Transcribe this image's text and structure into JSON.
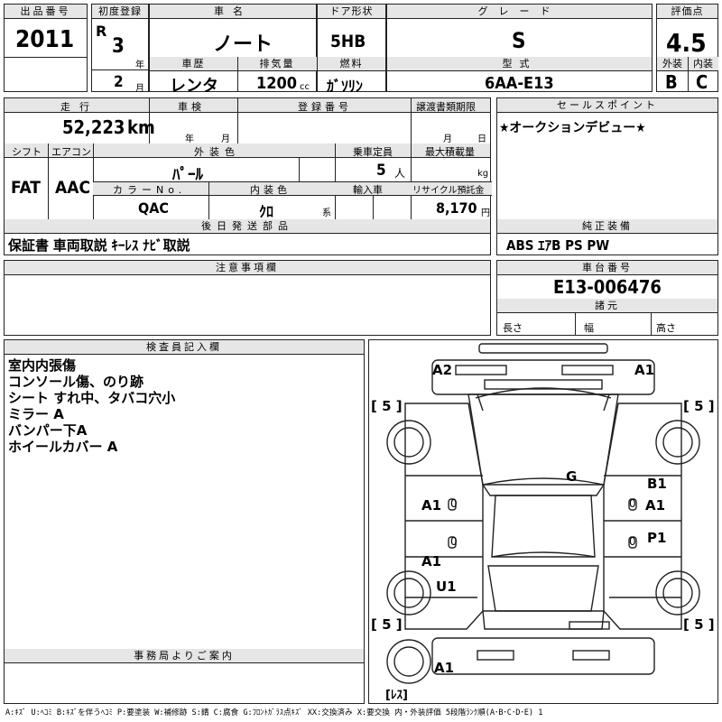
{
  "header": {
    "lot_label": "出品番号",
    "lot_value": "2011",
    "first_reg_label": "初度登録",
    "era": "R",
    "year_value": "3",
    "year_unit": "年",
    "month_value": "2",
    "month_unit": "月",
    "car_name_label": "車名",
    "car_name": "ノート",
    "history_label": "車歴",
    "history_value": "レンタ",
    "displacement_label": "排気量",
    "displacement_value": "1200",
    "displacement_unit": "cc",
    "door_label": "ドア形状",
    "door_value": "5HB",
    "fuel_label": "燃料",
    "fuel_value": "ｶﾞｿﾘﾝ",
    "grade_label": "グレード",
    "grade_value": "S",
    "model_label": "型式",
    "model_value": "6AA-E13",
    "score_label": "評価点",
    "score_value": "4.5",
    "exterior_label": "外装",
    "exterior_value": "B",
    "interior_label": "内装",
    "interior_value": "C"
  },
  "row2": {
    "mileage_label": "走行",
    "mileage_value": "52,223",
    "mileage_unit": "km",
    "inspection_label": "車検",
    "inspection_year_unit": "年",
    "inspection_month_unit": "月",
    "reg_no_label": "登録番号",
    "transfer_label": "譲渡書類期限",
    "transfer_month_unit": "月",
    "transfer_day_unit": "日",
    "sales_point_label": "セールスポイント",
    "sales_point_value": "★オークションデビュー★"
  },
  "row3": {
    "shift_label": "シフト",
    "shift_value": "FAT",
    "ac_label": "エアコン",
    "ac_value": "AAC",
    "ext_color_label": "外装色",
    "ext_color_value": "ﾊﾟｰﾙ",
    "capacity_label": "乗車定員",
    "capacity_value": "5",
    "capacity_unit": "人",
    "max_load_label": "最大積載量",
    "max_load_unit": "kg",
    "color_no_label": "カラーNo.",
    "color_no_value": "QAC",
    "int_color_label": "内装色",
    "int_color_value": "ｸﾛ",
    "int_color_unit": "系",
    "import_label": "輸入車",
    "recycle_label": "リサイクル預託金",
    "recycle_value": "8,170",
    "recycle_unit": "円"
  },
  "parts": {
    "label": "後日発送部品",
    "value": "保証書 車両取説 ｷｰﾚｽ ﾅﾋﾞ取説"
  },
  "equipment": {
    "label": "純正装備",
    "value": "ABS ｴｱB PS PW"
  },
  "caution": {
    "label": "注意事項欄"
  },
  "chassis": {
    "label": "車台番号",
    "value": "E13-006476",
    "specs_label": "諸元",
    "length_label": "長さ",
    "width_label": "幅",
    "height_label": "高さ"
  },
  "inspector": {
    "label": "検査員記入欄",
    "lines": [
      "室内内張傷",
      "コンソール傷、のり跡",
      "シート すれ中、タバコ穴小",
      "ミラー A",
      "バンパー下A",
      "ホイールカバー A"
    ]
  },
  "office": {
    "label": "事務局よりご案内"
  },
  "diagram": {
    "marks": {
      "a2_top": "A2",
      "a1_top": "A1",
      "g_center": "G",
      "b1_right": "B1",
      "a1_right": "A1",
      "a1_left_mid": "A1",
      "p1_right": "P1",
      "a1_left_low": "A1",
      "u1_left": "U1",
      "a1_bottom": "A1"
    },
    "tire_fl": "[ 5 ]",
    "tire_fr": "[ 5 ]",
    "tire_rl": "[ 5 ]",
    "tire_rr": "[ 5 ]",
    "spare": "[ﾚｽ]",
    "zero": "0"
  },
  "legend": "A:ｷｽﾞ U:ﾍｺﾐ B:ｷｽﾞを伴うﾍｺﾐ P:要塗装 W:補修跡 S:錆 C:腐食 G:ﾌﾛﾝﾄｶﾞﾗｽ点ｷｽﾞ XX:交換済み X:要交換 内・外装評価 5段階ﾗﾝｸ順(A･B･C･D･E) 1"
}
